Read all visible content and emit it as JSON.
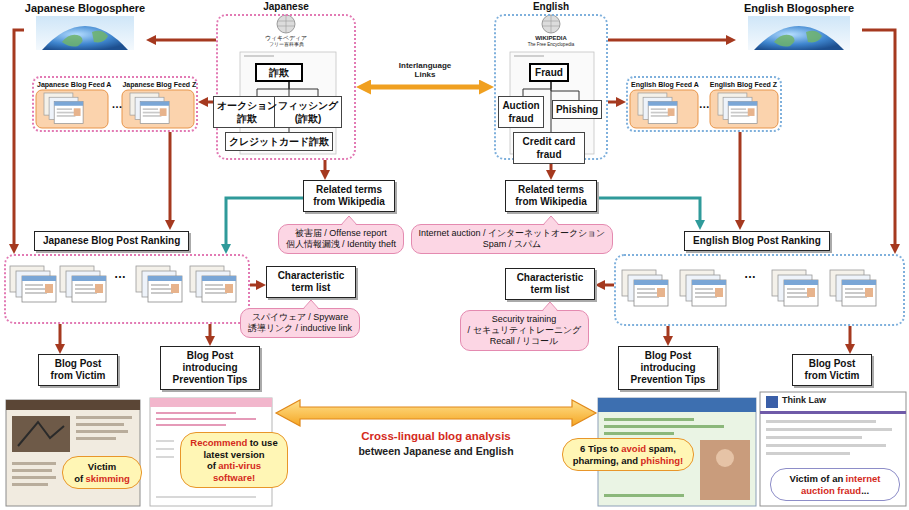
{
  "diagram": {
    "nodes": [
      {
        "text": [
          "Japanese Blogosphere"
        ]
      },
      {
        "text": [
          "Japanese"
        ]
      },
      {
        "text": [
          "詐欺"
        ],
        "in": 1
      },
      {
        "text": [
          "オークション 詐欺"
        ],
        "in": 1
      },
      {
        "text": [
          "フィッシング (詐欺)"
        ],
        "in": 1
      },
      {
        "text": [
          "クレジットカード詐欺"
        ],
        "in": 1
      },
      {
        "text": [
          "English"
        ]
      },
      {
        "text": [
          "Fraud"
        ],
        "in": 6
      },
      {
        "text": [
          "Auction fraud"
        ],
        "in": 6
      },
      {
        "text": [
          "Phishing"
        ],
        "in": 6
      },
      {
        "text": [
          "Credit card fraud"
        ],
        "in": 6
      },
      {
        "text": [
          "English Blogosphere"
        ]
      },
      {
        "text": [
          "Japanese Blog Feed A",
          "…",
          "Japanese Blog Feed Z"
        ]
      },
      {
        "text": [
          "English Blog Feed A",
          "…",
          "English Blog Feed Z"
        ]
      },
      {
        "text": [
          "Related terms from Wikipedia"
        ]
      },
      {
        "text": [
          "Related terms from Wikipedia"
        ]
      },
      {
        "text": [
          "被害届 / Offense report",
          "個人情報漏洩 / Identity theft"
        ]
      },
      {
        "text": [
          "Internet auction / インターネットオークション",
          "Spam / スパム"
        ]
      },
      {
        "text": [
          "Japanese Blog Post Ranking",
          "…"
        ]
      },
      {
        "text": [
          "English Blog Post Ranking",
          "…"
        ]
      },
      {
        "text": [
          "Characteristic term list"
        ]
      },
      {
        "text": [
          "Characteristic term list"
        ]
      },
      {
        "text": [
          "スパイウェア / Spyware",
          "誘導リンク / inductive link"
        ]
      },
      {
        "text": [
          "Security training",
          "/ セキュリティトレーニング",
          "Recall / リコール"
        ]
      },
      {
        "text": [
          "Blog Post from Victim"
        ]
      },
      {
        "text": [
          "Blog Post introducing Prevention Tips"
        ]
      },
      {
        "text": [
          "Blog Post introducing Prevention Tips"
        ]
      },
      {
        "text": [
          "Blog Post from Victim"
        ]
      },
      {
        "text": [
          "Victim of",
          "skimming"
        ]
      },
      {
        "text": [
          "Recommend",
          "to use latest version of",
          "anti-virus software!"
        ]
      },
      {
        "text": [
          "6 Tips to",
          "avoid",
          "spam, pharming, and",
          "phishing!"
        ]
      },
      {
        "text": [
          "Victim of an",
          "internet auction fraud",
          "..."
        ]
      }
    ],
    "edges": [
      {
        "from": 1,
        "to": 0,
        "arrow": "to"
      },
      {
        "from": 1,
        "to": 12,
        "arrow": "to"
      },
      {
        "from": 0,
        "to": 18,
        "arrow": "to"
      },
      {
        "from": 12,
        "to": 18,
        "arrow": "to"
      },
      {
        "from": 1,
        "to": 14,
        "arrow": "to"
      },
      {
        "from": 14,
        "to": 18,
        "arrow": "to"
      },
      {
        "from": 2,
        "to": 3,
        "arrow": "none"
      },
      {
        "from": 2,
        "to": 4,
        "arrow": "none"
      },
      {
        "from": 2,
        "to": 5,
        "arrow": "none"
      },
      {
        "from": 1,
        "to": 6,
        "label": "Interlanguage Links",
        "arrow": "both"
      },
      {
        "from": 6,
        "to": 11,
        "arrow": "to"
      },
      {
        "from": 6,
        "to": 13,
        "arrow": "to"
      },
      {
        "from": 11,
        "to": 19,
        "arrow": "to"
      },
      {
        "from": 13,
        "to": 19,
        "arrow": "to"
      },
      {
        "from": 6,
        "to": 15,
        "arrow": "to"
      },
      {
        "from": 15,
        "to": 19,
        "arrow": "to"
      },
      {
        "from": 7,
        "to": 8,
        "arrow": "none"
      },
      {
        "from": 7,
        "to": 9,
        "arrow": "none"
      },
      {
        "from": 7,
        "to": 10,
        "arrow": "none"
      },
      {
        "from": 18,
        "to": 20,
        "arrow": "to"
      },
      {
        "from": 19,
        "to": 21,
        "arrow": "to"
      },
      {
        "from": 18,
        "to": 24,
        "arrow": "to"
      },
      {
        "from": 18,
        "to": 25,
        "arrow": "to"
      },
      {
        "from": 19,
        "to": 26,
        "arrow": "to"
      },
      {
        "from": 19,
        "to": 27,
        "arrow": "to"
      }
    ],
    "labels": [
      "ウィキペディア",
      "フリー百科事典",
      "WIKIPEDIA",
      "The Free Encyclopedia",
      "Cross-lingual blog analysis",
      "between Japanese and English",
      "Think Law"
    ]
  }
}
